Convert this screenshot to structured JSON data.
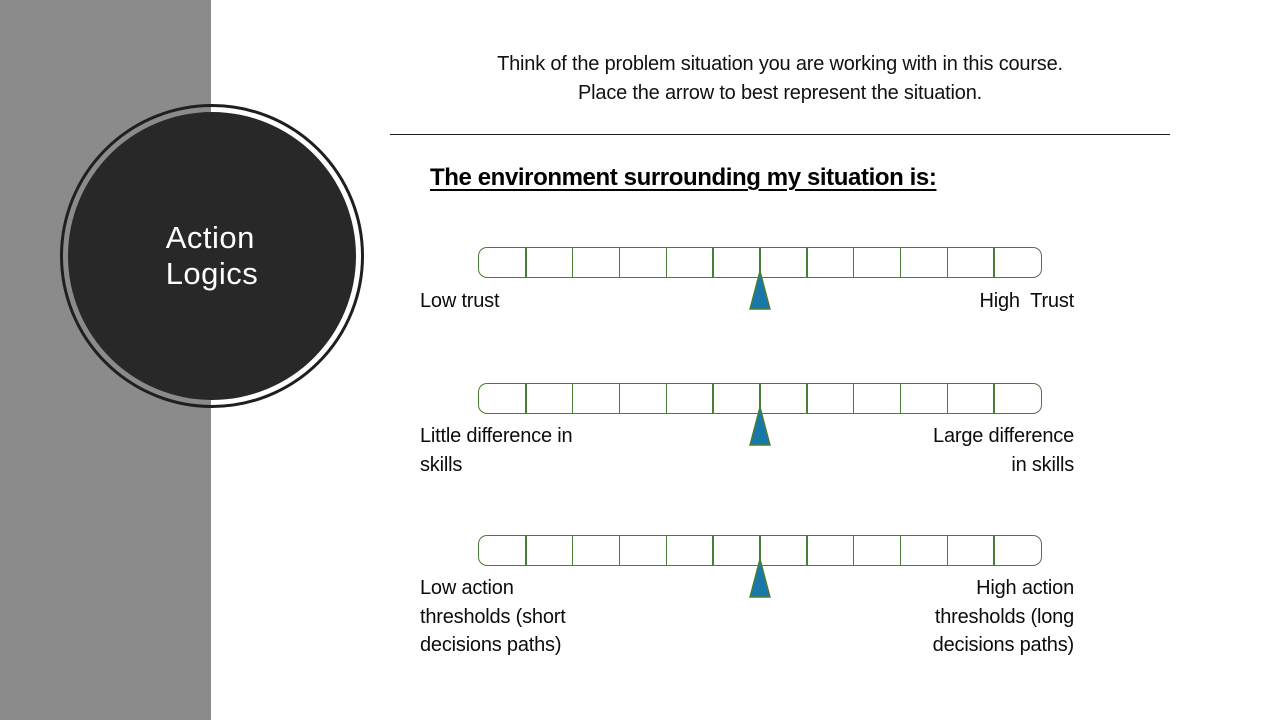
{
  "colors": {
    "band_gray": "#8b8b8b",
    "circle_dark": "#282828",
    "ring_dark": "#1f1f1f",
    "scale_green": "#4a7d36",
    "arrow_teal": "#1878a8"
  },
  "badge": {
    "text": "Action\nLogics"
  },
  "header": {
    "text": "Think of the problem situation you are working with in this course.\nPlace the arrow to best represent the situation."
  },
  "title": "The environment surrounding my situation is:",
  "scales": [
    {
      "name": "trust",
      "left_label": "Low trust",
      "right_label": "High  Trust",
      "segments": 12,
      "arrow_position_pct": 50
    },
    {
      "name": "skills-difference",
      "left_label": "Little difference in\nskills",
      "right_label": "Large difference\nin skills",
      "segments": 12,
      "arrow_position_pct": 50
    },
    {
      "name": "action-thresholds",
      "left_label": "Low action\nthresholds (short\ndecisions paths)",
      "right_label": "High action\nthresholds (long\ndecisions paths)",
      "segments": 12,
      "arrow_position_pct": 50
    }
  ]
}
